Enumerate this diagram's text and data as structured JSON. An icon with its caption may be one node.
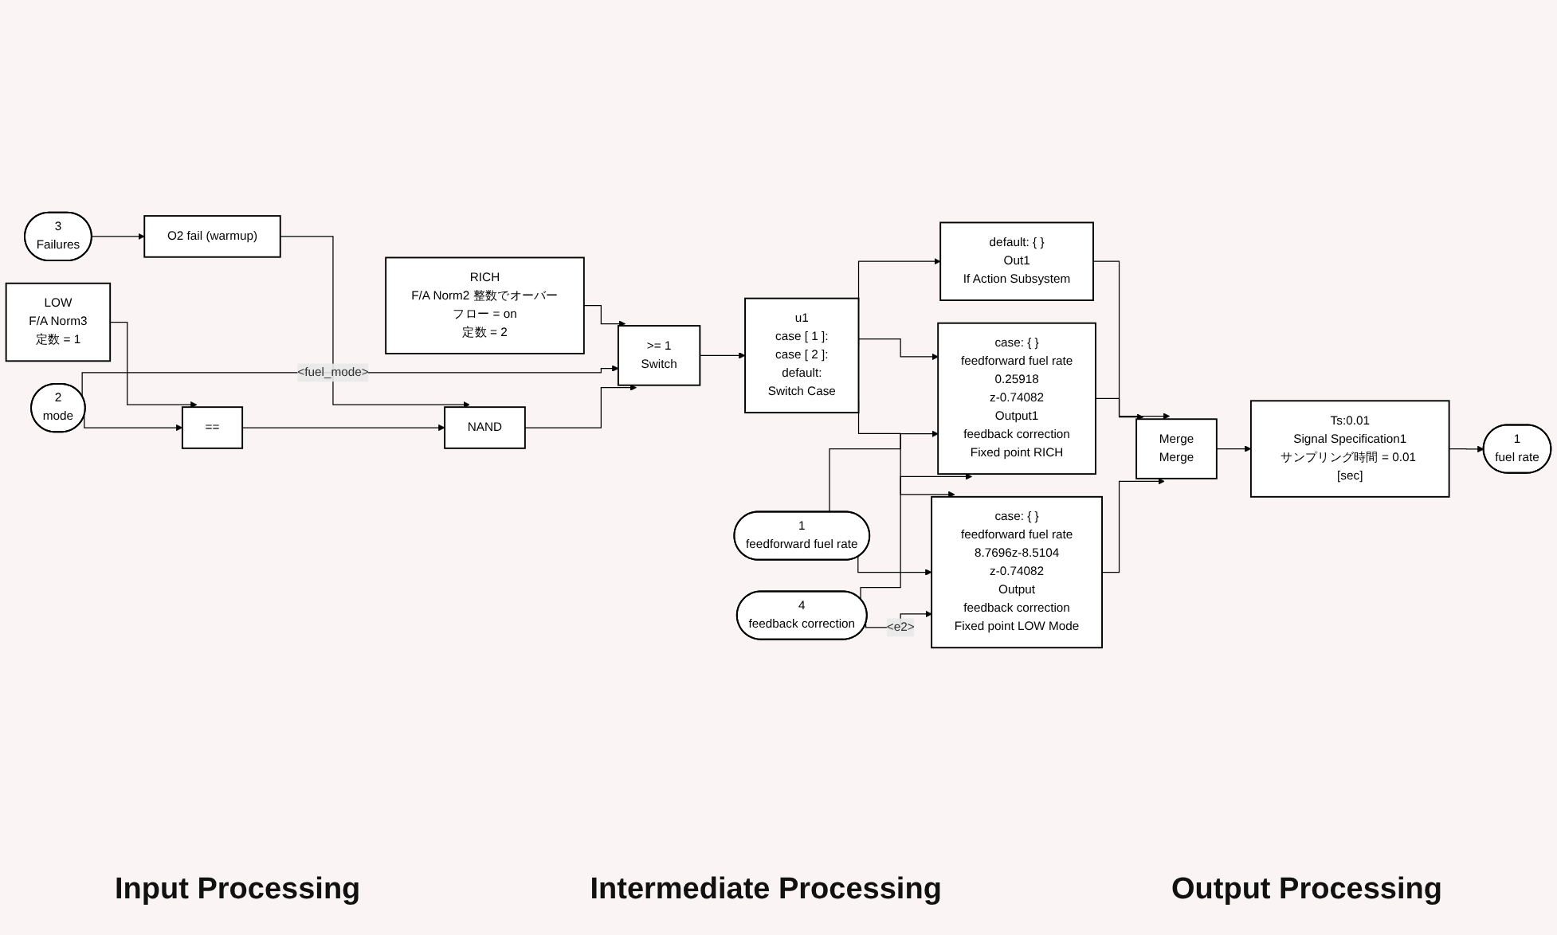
{
  "diagram": {
    "nodes": [
      {
        "text": [
          "2",
          "mode"
        ]
      },
      {
        "text": [
          "LOW",
          "F/A Norm3",
          "定数 = 1"
        ]
      },
      {
        "text": [
          "=="
        ]
      },
      {
        "text": [
          "3",
          "Failures"
        ]
      },
      {
        "text": [
          "O2 fail (warmup)"
        ]
      },
      {
        "text": [
          "NAND"
        ]
      },
      {
        "text": [
          "RICH",
          "F/A Norm2 整数でオーバーフロー = on",
          "定数 = 2"
        ]
      },
      {
        "text": [
          ">= 1",
          "Switch"
        ]
      },
      {
        "text": [
          "u1",
          "case [ 1 ]:",
          "case [ 2 ]:",
          "default:",
          "Switch Case"
        ]
      },
      {
        "text": [
          "1",
          "feedforward fuel rate"
        ]
      },
      {
        "text": [
          "4",
          "feedback correction"
        ]
      },
      {
        "text": [
          "case: { }",
          "feedforward fuel rate",
          "8.7696z-8.5104",
          "z-0.74082",
          "Output",
          "feedback correction",
          "Fixed point LOW Mode"
        ]
      },
      {
        "text": [
          "case: { }",
          "feedforward fuel rate",
          "0.25918",
          "z-0.74082",
          "Output1",
          "feedback correction",
          "Fixed point RICH"
        ]
      },
      {
        "text": [
          "default: { }",
          "Out1",
          "If Action Subsystem"
        ]
      },
      {
        "text": [
          "Merge",
          "Merge"
        ]
      },
      {
        "text": [
          "Ts:0.01",
          "Signal Specification1",
          "サンプリング時間 = 0.01 [sec]"
        ]
      },
      {
        "text": [
          "1",
          "fuel rate"
        ]
      }
    ],
    "edges": [
      {
        "from": 0,
        "to": 2,
        "arrow": "to"
      },
      {
        "from": 0,
        "to": 7,
        "arrow": "to",
        "label": "<fuel_mode>"
      },
      {
        "from": 1,
        "to": 2,
        "arrow": "to"
      },
      {
        "from": 3,
        "to": 4,
        "arrow": "to"
      },
      {
        "from": 2,
        "to": 5,
        "arrow": "to"
      },
      {
        "from": 4,
        "to": 5,
        "arrow": "to"
      },
      {
        "from": 5,
        "to": 7,
        "arrow": "to"
      },
      {
        "from": 6,
        "to": 7,
        "arrow": "to"
      },
      {
        "from": 7,
        "to": 8,
        "arrow": "to"
      },
      {
        "from": 8,
        "to": 11,
        "arrow": "to"
      },
      {
        "from": 8,
        "to": 12,
        "arrow": "to"
      },
      {
        "from": 8,
        "to": 13,
        "arrow": "to"
      },
      {
        "from": 9,
        "to": 11,
        "arrow": "to"
      },
      {
        "from": 9,
        "to": 12,
        "arrow": "to"
      },
      {
        "from": 10,
        "to": 11,
        "arrow": "to",
        "label": "<e2>"
      },
      {
        "from": 10,
        "to": 12,
        "arrow": "to"
      },
      {
        "from": 11,
        "to": 14,
        "arrow": "to"
      },
      {
        "from": 12,
        "to": 14,
        "arrow": "to"
      },
      {
        "from": 13,
        "to": 14,
        "arrow": "to"
      },
      {
        "from": 14,
        "to": 15,
        "arrow": "to"
      },
      {
        "from": 15,
        "to": 16,
        "arrow": "to"
      }
    ],
    "labels": [
      "Input Processing",
      "Intermediate Processing",
      "Output Processing"
    ]
  }
}
